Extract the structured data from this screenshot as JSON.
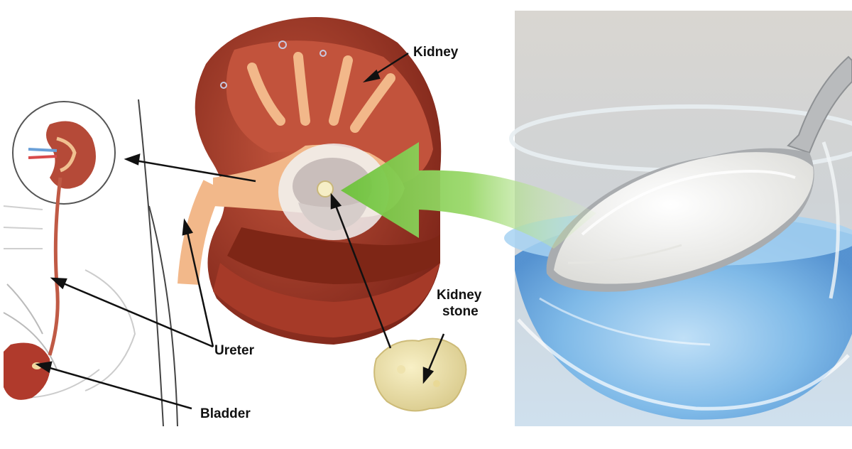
{
  "labels": {
    "kidney": "Kidney",
    "kidney_stone_line1": "Kidney",
    "kidney_stone_line2": "stone",
    "ureter": "Ureter",
    "bladder": "Bladder"
  },
  "icons": {
    "arrow": "green-curved-arrow-icon",
    "spoon": "spoon-of-powder-icon"
  },
  "colors": {
    "kidney_outer": "#8f2f22",
    "kidney_inner": "#b3452f",
    "tissue": "#f2b88a",
    "arrow_green": "#7fcf4a",
    "water_blue": "#7bb8e8",
    "powder": "#f4f4f2"
  }
}
